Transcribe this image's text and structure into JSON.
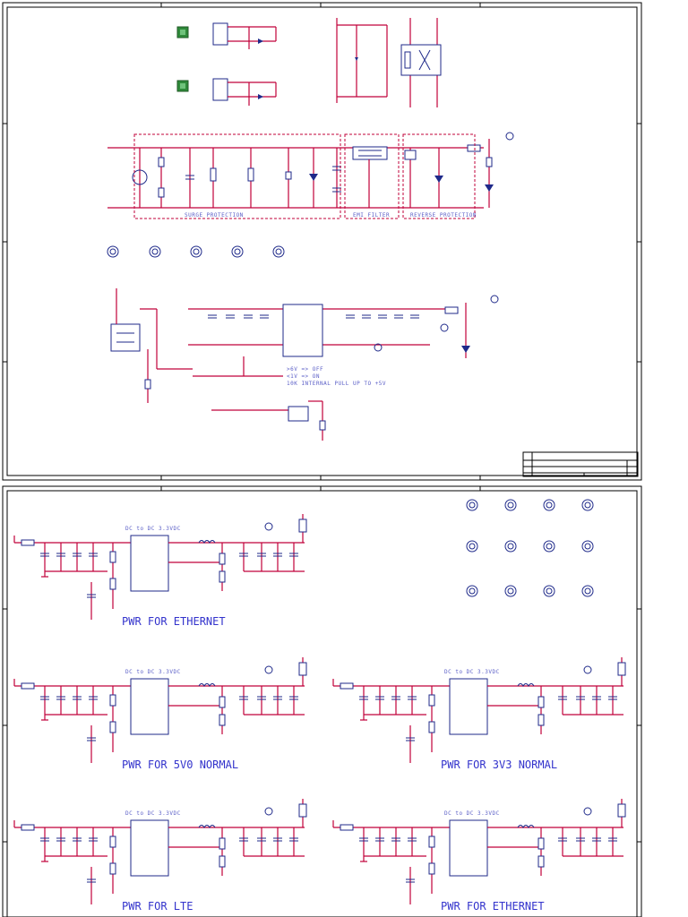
{
  "sheet1": {
    "section_labels": {
      "surge": "SURGE PROTECTION",
      "emi": "EMI FILTER",
      "reverse": "REVERSE PROTECTION"
    },
    "notes": [
      ">6V => OFF",
      "<1V => ON",
      "10K INTERNAL PULL UP TO +5V"
    ]
  },
  "sheet2": {
    "regulator_header": "DC to DC 3.3VDC",
    "blocks": [
      {
        "title": "PWR FOR ETHERNET"
      },
      {
        "title": "PWR FOR 5V0 NORMAL"
      },
      {
        "title": "PWR FOR 3V3 NORMAL"
      },
      {
        "title": "PWR FOR LTE"
      },
      {
        "title": "PWR FOR ETHERNET"
      }
    ]
  }
}
